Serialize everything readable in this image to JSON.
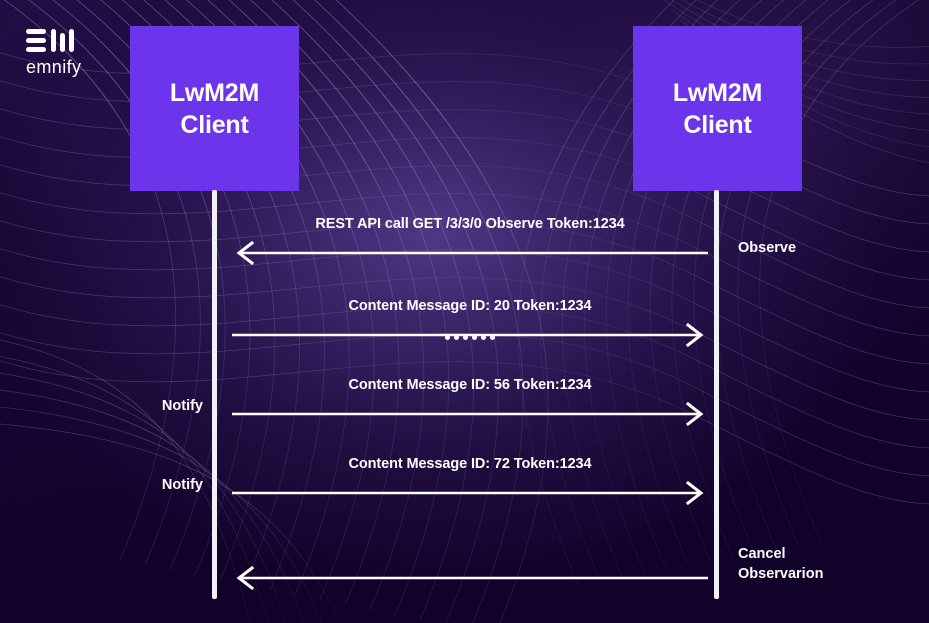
{
  "brand": {
    "logo_icon": "emnify-logo-icon",
    "wordmark": "emnify"
  },
  "colors": {
    "background": "#140330",
    "actor_box": "#6c35ec",
    "line": "#ffffff",
    "text": "#ffffff"
  },
  "diagram": {
    "type": "sequence-diagram",
    "actors": [
      {
        "id": "left",
        "name_line1": "LwM2M",
        "name_line2": "Client"
      },
      {
        "id": "right",
        "name_line1": "LwM2M",
        "name_line2": "Client"
      }
    ],
    "messages": [
      {
        "id": "observe-request",
        "label": "REST API call GET /3/3/0 Observe Token:1234",
        "direction": "left",
        "side_note": "Observe",
        "side_note_position": "right"
      },
      {
        "id": "content-20",
        "label": "Content Message ID: 20 Token:1234",
        "direction": "right",
        "side_note": "",
        "side_note_position": "none"
      },
      {
        "id": "content-56",
        "label": "Content Message ID: 56 Token:1234",
        "direction": "right",
        "side_note": "Notify",
        "side_note_position": "left"
      },
      {
        "id": "content-72",
        "label": "Content Message ID: 72 Token:1234",
        "direction": "right",
        "side_note": "Notify",
        "side_note_position": "left"
      },
      {
        "id": "cancel-observation",
        "label": "",
        "direction": "left",
        "side_note": "Cancel\nObservarion",
        "side_note_position": "right"
      }
    ],
    "ellipsis": {
      "dot_count": 6,
      "meaning": "continuation-of-notifications"
    },
    "notes": {
      "observe": "Observe",
      "notify_first": "Notify",
      "notify_second": "Notify",
      "cancel": "Cancel\nObservarion"
    }
  }
}
